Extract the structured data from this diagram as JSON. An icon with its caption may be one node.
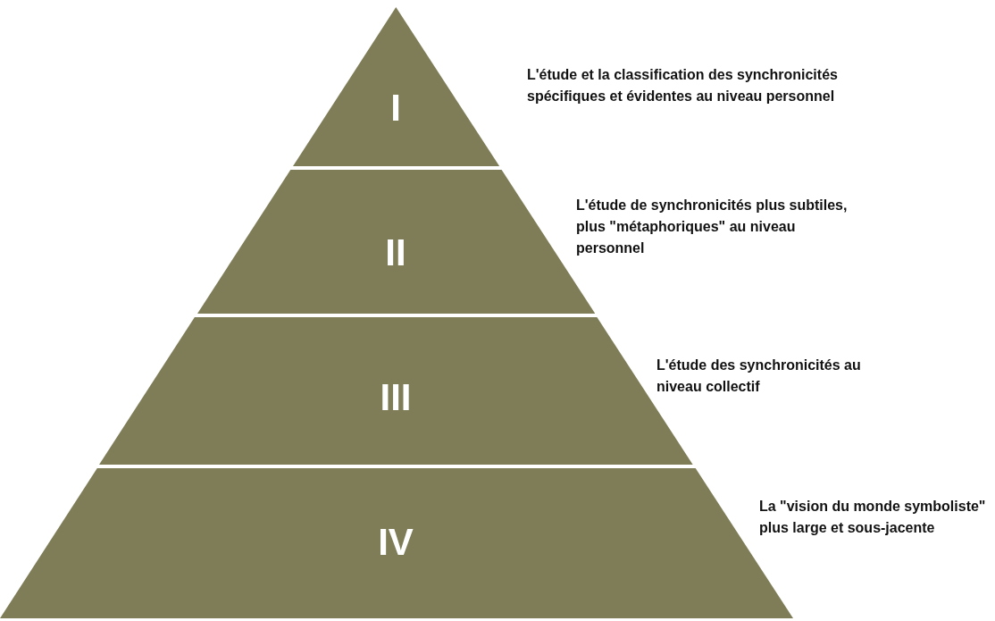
{
  "diagram": {
    "nodes": [
      {
        "text": [
          "I"
        ],
        "beside": [
          "L'étude et la classification des synchronicités spécifiques et évidentes au niveau personnel"
        ]
      },
      {
        "text": [
          "II"
        ],
        "beside": [
          "L'étude de synchronicités plus subtiles, plus \"métaphoriques\" au niveau personnel"
        ]
      },
      {
        "text": [
          "III"
        ],
        "beside": [
          "L'étude des synchronicités au niveau collectif"
        ]
      },
      {
        "text": [
          "IV"
        ],
        "beside": [
          "La \"vision du monde symboliste\" plus large et sous-jacente"
        ]
      }
    ]
  }
}
